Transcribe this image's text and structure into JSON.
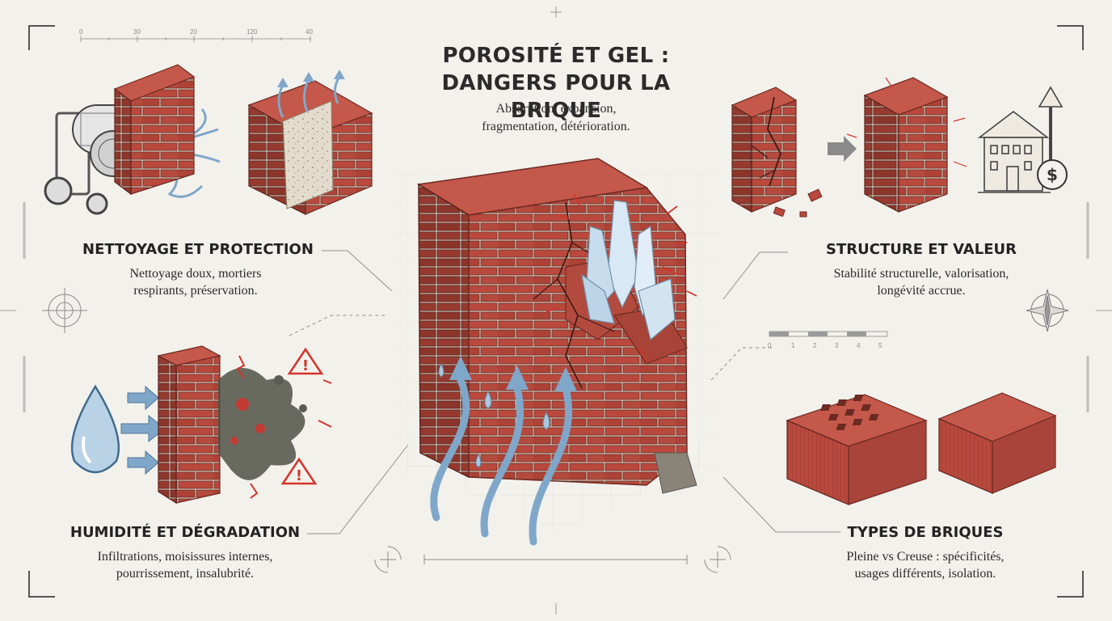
{
  "title": {
    "line1": "POROSITÉ ET GEL :",
    "line2": "DANGERS POUR LA BRIQUE"
  },
  "subtitle": {
    "line1": "Absorption, expansion,",
    "line2": "fragmentation, détérioration."
  },
  "sections": {
    "cleaning": {
      "heading": "NETTOYAGE ET PROTECTION",
      "line1": "Nettoyage doux, mortiers",
      "line2": "respirants, préservation."
    },
    "humidity": {
      "heading": "HUMIDITÉ ET DÉGRADATION",
      "line1": "Infiltrations, moisissures internes,",
      "line2": "pourrissement, insalubrité."
    },
    "structure": {
      "heading": "STRUCTURE ET VALEUR",
      "line1": "Stabilité structurelle, valorisation,",
      "line2": "longévité accrue."
    },
    "types": {
      "heading": "TYPES DE BRIQUES",
      "line1": "Pleine vs Creuse : spécificités,",
      "line2": "usages différents, isolation."
    }
  },
  "rulers": {
    "top": [
      "0",
      "30",
      "20",
      "120",
      "40"
    ],
    "right": [
      "0",
      "1",
      "2",
      "3",
      "4",
      "5"
    ]
  },
  "icons": {
    "pressure_washer": "pressure-washer-icon",
    "porous_brick": "porous-brick-icon",
    "water_drop": "water-drop-icon",
    "mold_wall": "mold-wall-icon",
    "warning": "warning-icon",
    "cracked_wall": "cracked-wall-icon",
    "house_value": "house-value-icon",
    "dollar": "dollar-icon",
    "solid_brick": "solid-brick-icon",
    "hollow_brick": "hollow-brick-icon",
    "frost_wall": "frost-wall-icon",
    "ice_crystal": "ice-crystal-icon",
    "compass": "compass-icon",
    "crosshair": "crosshair-icon"
  },
  "colors": {
    "background": "#f3f1ec",
    "brick": "#b9493d",
    "brick_dark": "#8f3329",
    "mortar": "#d8d2c6",
    "water": "#7fa7c9",
    "ice": "#cfe3f2",
    "alert": "#d2342a",
    "ink": "#2b2b2b"
  }
}
